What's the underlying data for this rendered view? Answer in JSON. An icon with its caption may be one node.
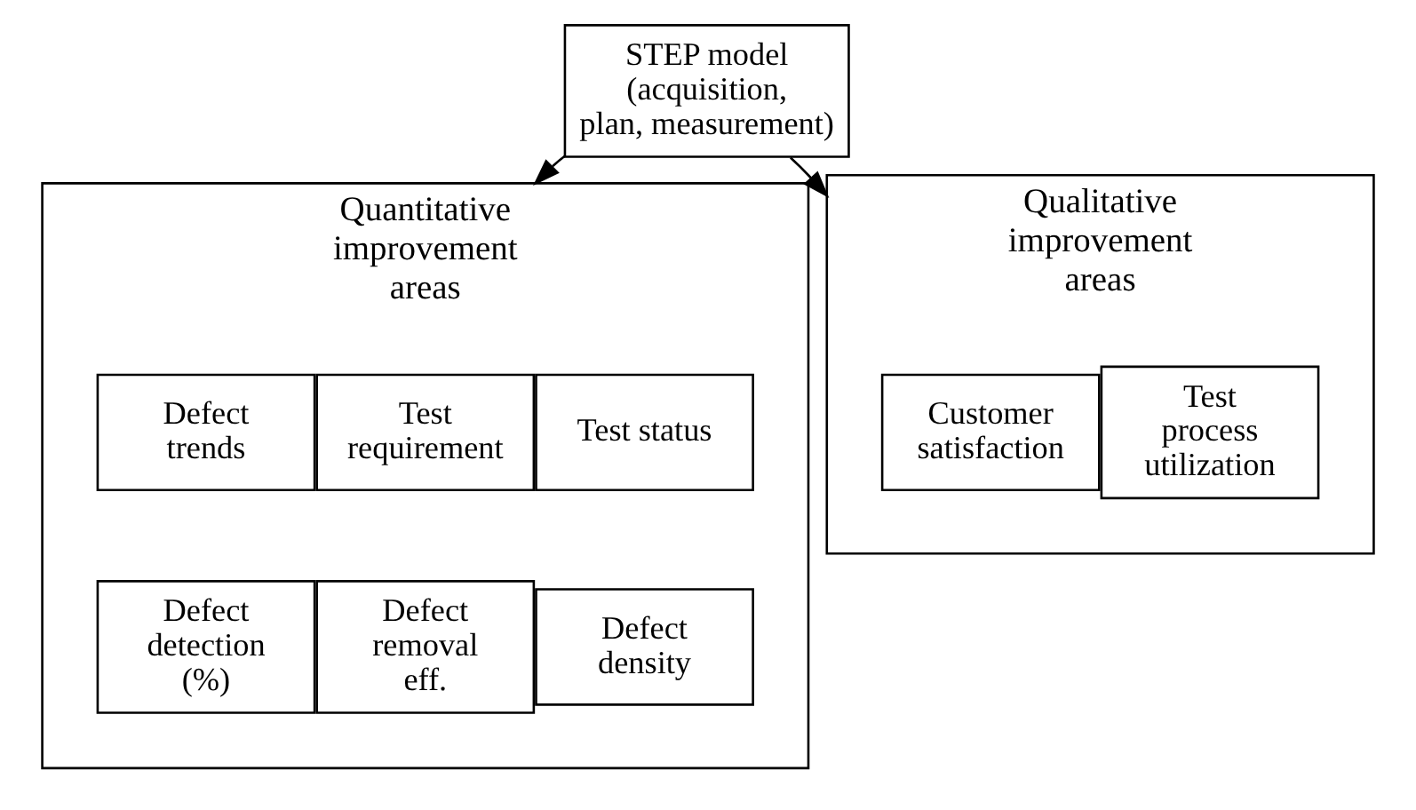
{
  "diagram": {
    "nodes": [
      {
        "text": [
          "STEP model (acquisition, plan, measurement)"
        ]
      },
      {
        "text": [
          "Quantitative improvement areas"
        ]
      },
      {
        "text": [
          "Qualitative improvement areas"
        ]
      },
      {
        "text": [
          "Test status"
        ],
        "in": 1
      },
      {
        "text": [
          "Test requirement"
        ],
        "in": 1
      },
      {
        "text": [
          "Defect trends"
        ],
        "in": 1
      },
      {
        "text": [
          "Defect density"
        ],
        "in": 1
      },
      {
        "text": [
          "Defect removal eff."
        ],
        "in": 1
      },
      {
        "text": [
          "Defect detection (%)"
        ],
        "in": 1
      },
      {
        "text": [
          "Test process utilization"
        ],
        "in": 2
      },
      {
        "text": [
          "Customer satisfaction"
        ],
        "in": 2
      }
    ],
    "edges": [
      {
        "from": 0,
        "to": 1,
        "arrow": "to"
      },
      {
        "from": 0,
        "to": 2,
        "arrow": "to"
      }
    ]
  }
}
